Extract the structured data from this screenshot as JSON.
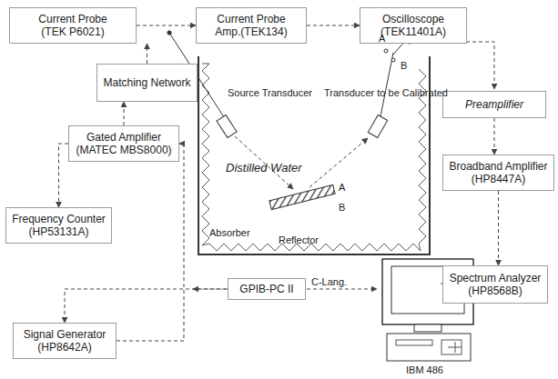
{
  "diagram": {
    "nodes": [
      {
        "text": [
          "Current Probe",
          "(TEK P6021)"
        ]
      },
      {
        "text": [
          "Current Probe",
          "Amp.(TEK134)"
        ]
      },
      {
        "text": [
          "Oscilloscope",
          "(TEK11401A)"
        ]
      },
      {
        "text": [
          "Matching Network"
        ]
      },
      {
        "text": [
          "Gated Amplifier",
          "(MATEC MBS8000)"
        ]
      },
      {
        "text": [
          "Frequency Counter",
          "(HP53131A)"
        ]
      },
      {
        "text": [
          "Signal Generator",
          "(HP8642A)"
        ]
      },
      {
        "text": [
          "GPIB-PC II"
        ]
      },
      {
        "text": [
          "Preamplifier"
        ]
      },
      {
        "text": [
          "Broadband Amplifier",
          "(HP8447A)"
        ]
      },
      {
        "text": [
          "Spectrum Analyzer",
          "(HP8568B)"
        ]
      }
    ],
    "edges": [
      {
        "from": 0,
        "to": 1,
        "arrow": "to"
      },
      {
        "from": 1,
        "to": 2,
        "arrow": "to"
      },
      {
        "from": 3,
        "to": 0,
        "arrow": "to"
      },
      {
        "from": 4,
        "to": 3,
        "arrow": "to"
      },
      {
        "from": 4,
        "to": 5,
        "arrow": "to"
      },
      {
        "from": 6,
        "to": 4,
        "arrow": "to"
      },
      {
        "from": 7,
        "to": 6,
        "arrow": "to"
      },
      {
        "from": 8,
        "to": 9,
        "arrow": "to"
      },
      {
        "from": 9,
        "to": 10,
        "arrow": "to"
      }
    ],
    "labels": [
      "Source Transducer",
      "Transducer to be Calibrated",
      "A",
      "B",
      "Distilled Water",
      "Reflector",
      "A",
      "B",
      "Absorber",
      "C-Lang.",
      "IBM 486"
    ]
  }
}
